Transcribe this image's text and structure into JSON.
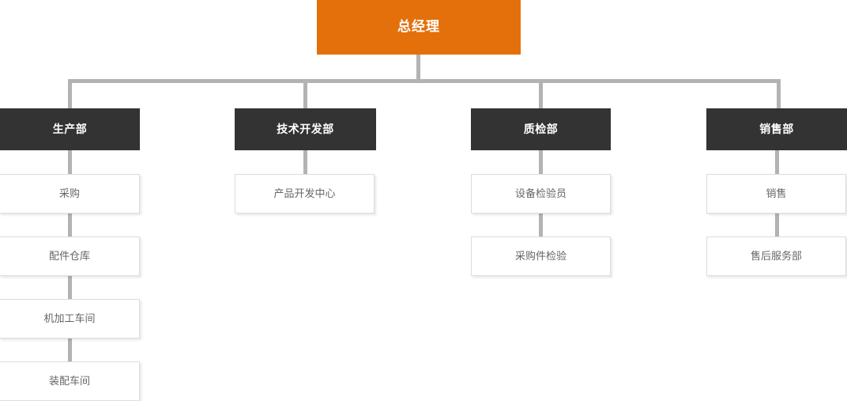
{
  "chart_data": {
    "type": "diagram",
    "diagram_type": "organizational-chart",
    "title": "",
    "orientation": "top-down",
    "colors": {
      "root_fill": "#e3700a",
      "root_text": "#ffffff",
      "department_fill": "#333333",
      "department_text": "#ffffff",
      "leaf_fill": "#ffffff",
      "leaf_text": "#666666",
      "leaf_border": "#dddddd",
      "connector": "#b3b3b3",
      "background": "#ffffff"
    },
    "root": {
      "label": "总经理",
      "level": 0
    },
    "branches": [
      {
        "label": "生产部",
        "level": 1,
        "children": [
          {
            "label": "采购",
            "level": 2
          },
          {
            "label": "配件仓库",
            "level": 2
          },
          {
            "label": "机加工车间",
            "level": 2
          },
          {
            "label": "装配车间",
            "level": 2
          }
        ]
      },
      {
        "label": "技术开发部",
        "level": 1,
        "children": [
          {
            "label": "产品开发中心",
            "level": 2
          }
        ]
      },
      {
        "label": "质检部",
        "level": 1,
        "children": [
          {
            "label": "设备检验员",
            "level": 2
          },
          {
            "label": "采购件检验",
            "level": 2
          }
        ]
      },
      {
        "label": "销售部",
        "level": 1,
        "children": [
          {
            "label": "销售",
            "level": 2
          },
          {
            "label": "售后服务部",
            "level": 2
          }
        ]
      }
    ]
  },
  "nodes": {
    "root": "总经理",
    "dept_1": "生产部",
    "dept_1_child_1": "采购",
    "dept_1_child_2": "配件仓库",
    "dept_1_child_3": "机加工车间",
    "dept_1_child_4": "装配车间",
    "dept_2": "技术开发部",
    "dept_2_child_1": "产品开发中心",
    "dept_3": "质检部",
    "dept_3_child_1": "设备检验员",
    "dept_3_child_2": "采购件检验",
    "dept_4": "销售部",
    "dept_4_child_1": "销售",
    "dept_4_child_2": "售后服务部"
  }
}
